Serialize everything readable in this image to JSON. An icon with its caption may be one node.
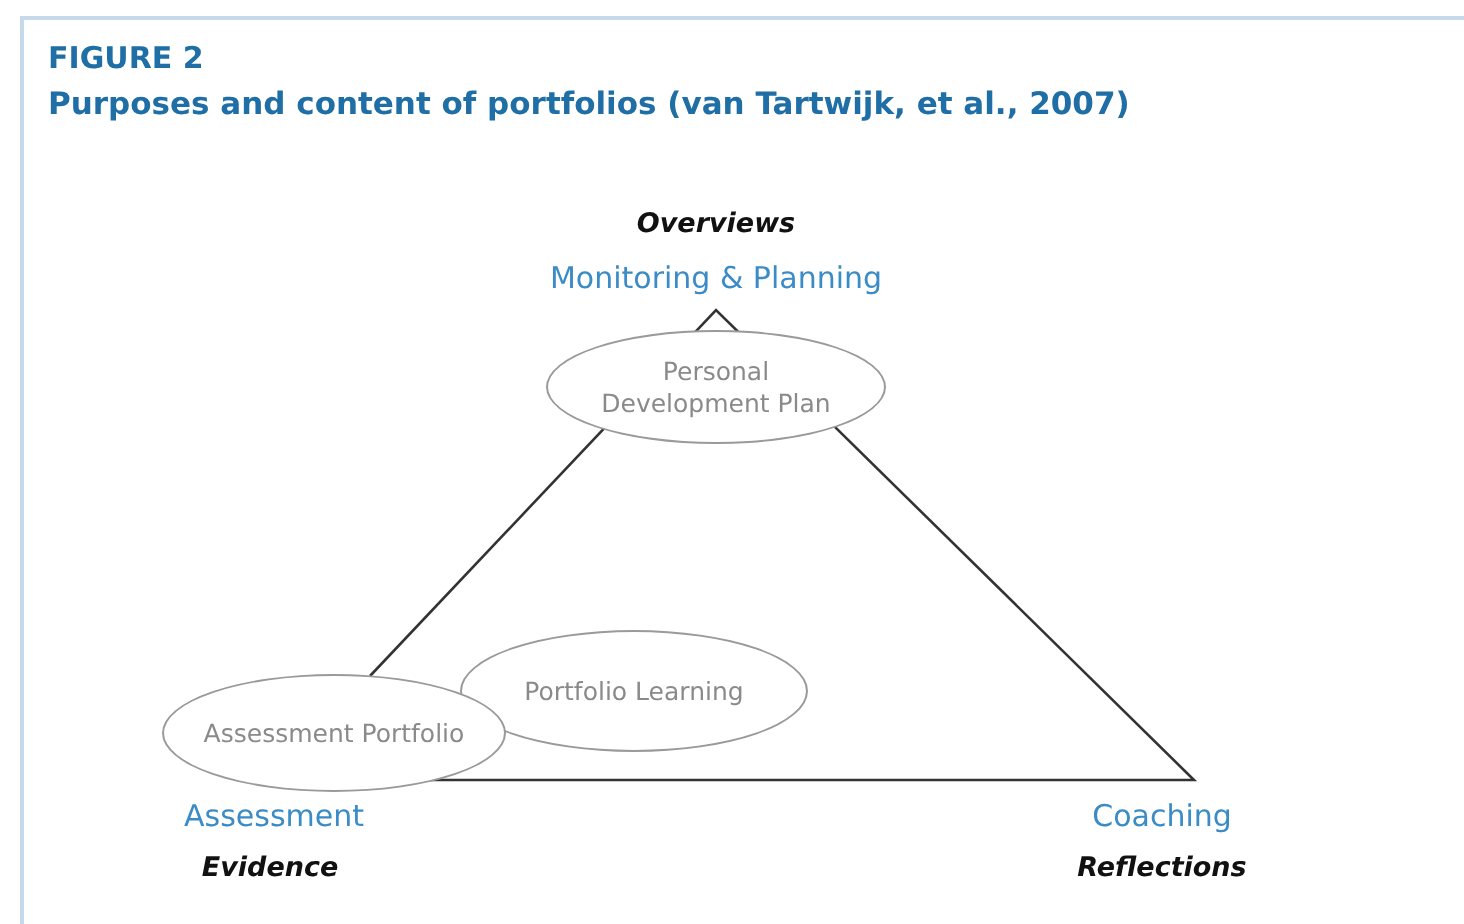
{
  "diagram": {
    "title": "Purposes and content of portfolios (van Tartwijk, et al., 2007)",
    "nodes": [
      {
        "text": [
          "Personal Development Plan"
        ]
      },
      {
        "text": [
          "Portfolio Learning"
        ]
      },
      {
        "text": [
          "Assessment Portfolio"
        ]
      }
    ],
    "labels": [
      "FIGURE 2",
      "Overviews",
      "Monitoring & Planning",
      "Assessment",
      "Evidence",
      "Coaching",
      "Reflections"
    ]
  }
}
